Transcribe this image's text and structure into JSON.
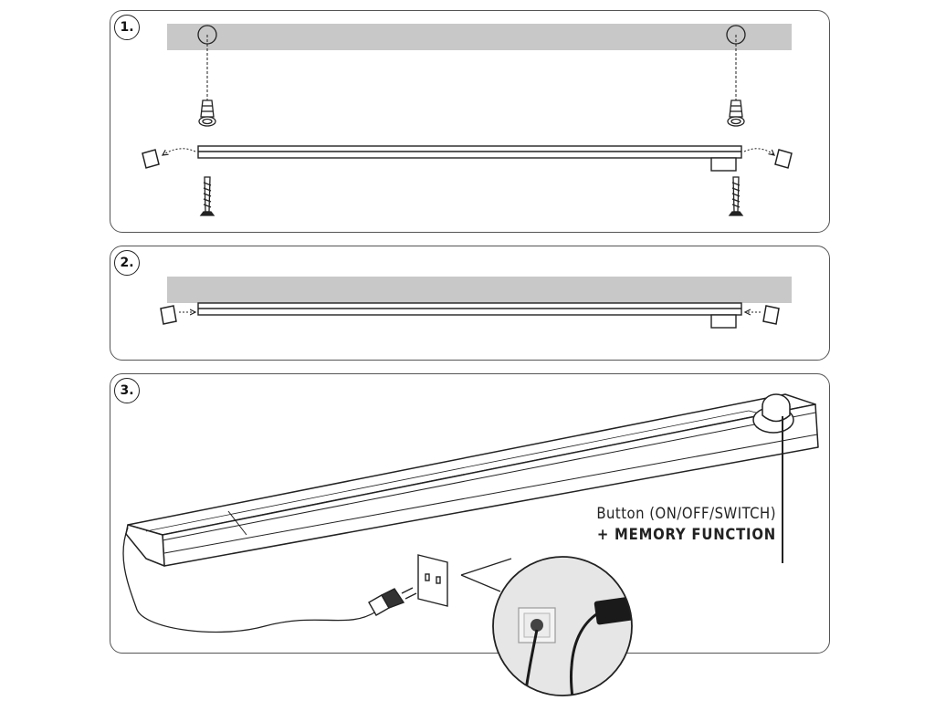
{
  "steps": [
    {
      "number": "1."
    },
    {
      "number": "2."
    },
    {
      "number": "3."
    }
  ],
  "callout": {
    "line1": "Button (ON/OFF/SWITCH)",
    "line2": "+ MEMORY FUNCTION"
  },
  "colors": {
    "ceiling": "#c8c8c8",
    "outline": "#222222",
    "panel_border": "#555555"
  }
}
